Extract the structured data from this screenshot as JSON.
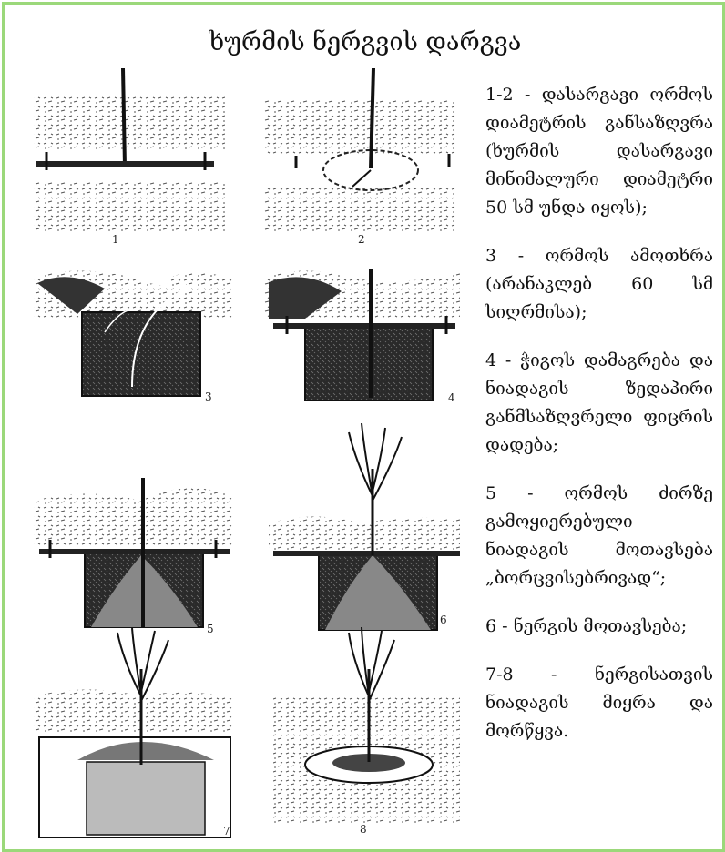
{
  "title": "ხურმის ნერგვის დარგვა",
  "figure_numbers": [
    "1",
    "2",
    "3",
    "4",
    "5",
    "6",
    "7",
    "8"
  ],
  "steps": [
    "1-2 - დასარგავი ორმოს დიამეტრის განსაზღვრა (ხურმის დასარგავი მინიმალური დიამეტრი 50 სმ უნდა იყოს);",
    "3 - ორმოს ამოთხრა (არანაკლებ 60 სმ სიღრმისა);",
    "4 - ჭიგოს დამაგრება და ნიადაგის ზედაპირი განმსაზღვრელი ფიცრის დადება;",
    "5 - ორმოს ძირზე გამოყიერებული ნიადაგის მოთავსება „ბორცვისებრივად“;",
    "6 - ნერგის მოთავსება;",
    "7-8 - ნერგისათვის ნიადაგის მიყრა და მორწყვა."
  ]
}
